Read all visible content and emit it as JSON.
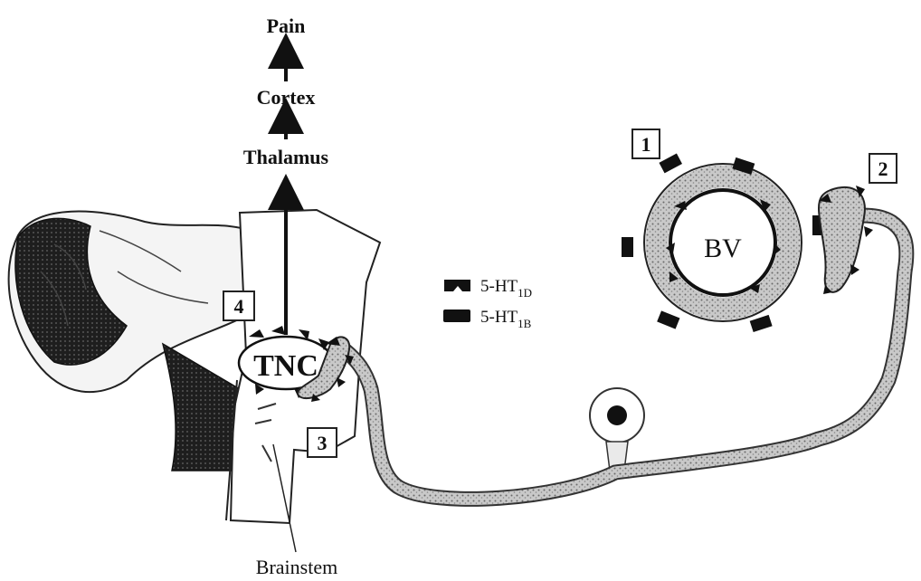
{
  "pathway": {
    "pain": "Pain",
    "cortex": "Cortex",
    "thalamus": "Thalamus"
  },
  "structures": {
    "bv": "BV",
    "tnc": "TNC",
    "brainstem": "Brainstem"
  },
  "sites": [
    "1",
    "2",
    "3",
    "4"
  ],
  "legend": [
    {
      "label": "5-HT",
      "sub": "1D",
      "icon": "notched-receptor-icon"
    },
    {
      "label": "5-HT",
      "sub": "1B",
      "icon": "solid-receptor-icon"
    }
  ],
  "colors": {
    "ink": "#111111",
    "stipple": "#9a9a9a",
    "brain_dark": "#2a2a2a",
    "brain_light": "#ffffff"
  }
}
